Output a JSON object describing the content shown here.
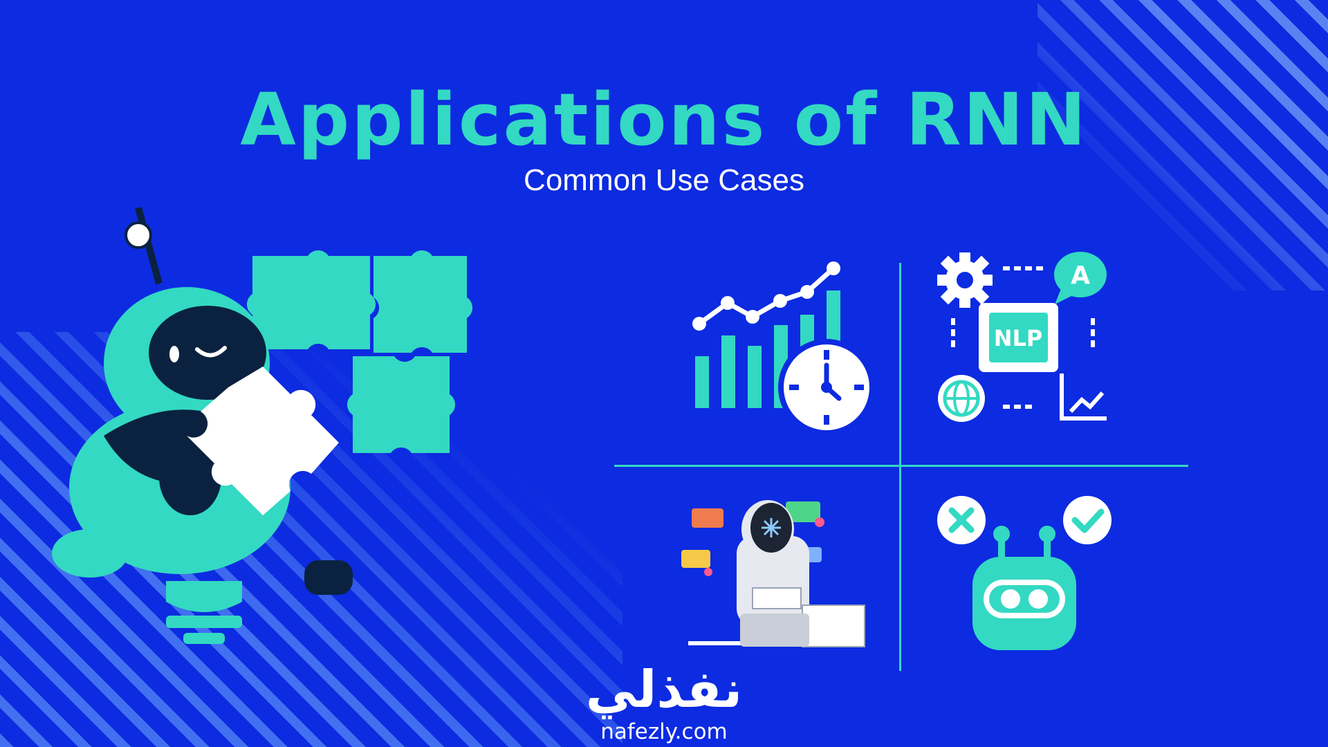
{
  "header": {
    "title": "Applications of RNN",
    "subtitle": "Common Use Cases"
  },
  "colors": {
    "background": "#0d2be0",
    "accent": "#33d9c2",
    "dark": "#0a2240",
    "white": "#ffffff"
  },
  "illustrations": {
    "hero": [
      "robot-mascot-icon",
      "puzzle-pieces-icon"
    ],
    "quadrants": [
      {
        "icon": "time-series-chart-icon"
      },
      {
        "icon": "nlp-chip-icon",
        "chip_text": "NLP",
        "bubble_text": "A"
      },
      {
        "icon": "chatbot-assistant-icon"
      },
      {
        "icon": "robot-classification-icon"
      }
    ]
  },
  "brand": {
    "arabic_logo": "نفذلي",
    "url": "nafezly.com"
  }
}
